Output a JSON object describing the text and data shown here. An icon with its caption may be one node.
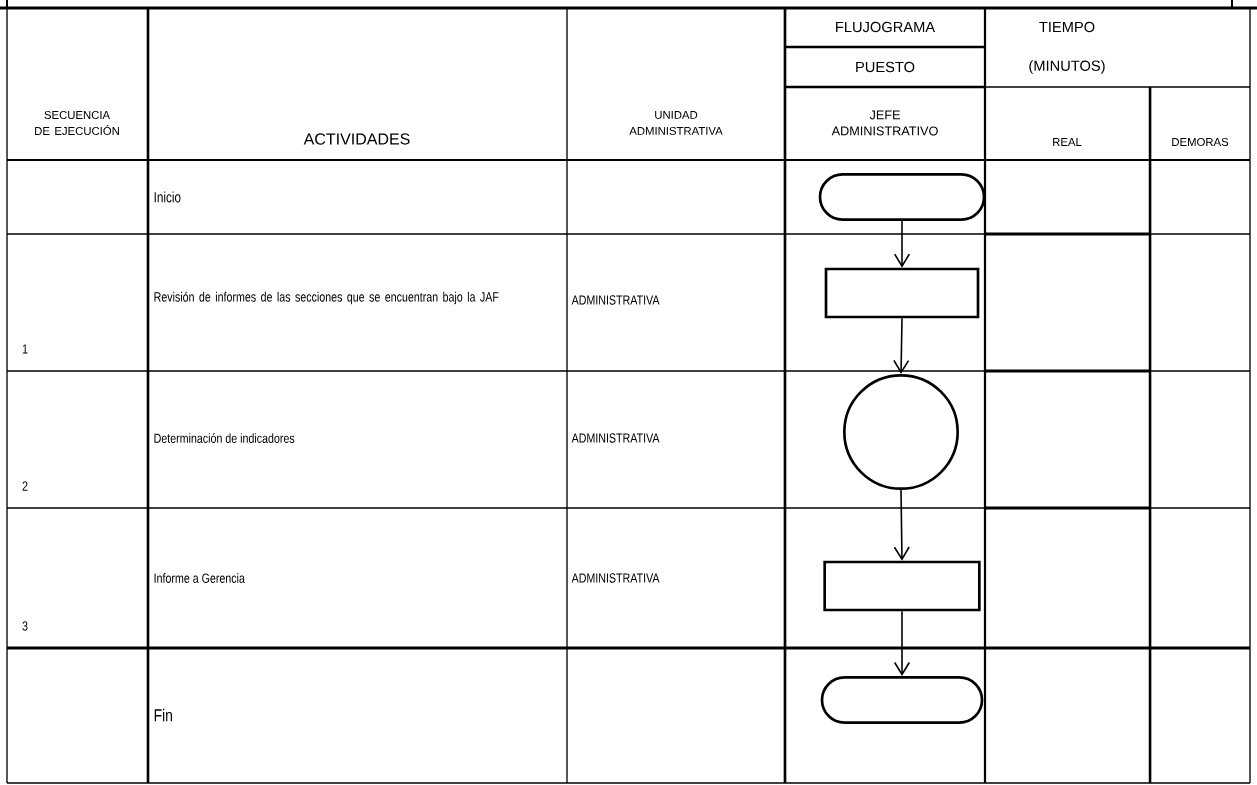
{
  "diagram": {
    "nodes": [
      {
        "text": [],
        "shape": "capsule"
      },
      {
        "text": [],
        "shape": "box"
      },
      {
        "text": [],
        "shape": "circle"
      },
      {
        "text": [],
        "shape": "box"
      },
      {
        "text": [],
        "shape": "capsule"
      }
    ],
    "edges": [
      {
        "from": 0,
        "to": 1,
        "arrow": "to"
      },
      {
        "from": 1,
        "to": 2,
        "arrow": "to"
      },
      {
        "from": 2,
        "to": 3,
        "arrow": "to"
      },
      {
        "from": 3,
        "to": 4,
        "arrow": "to"
      }
    ],
    "labels": [
      "FLUJOGRAMA",
      "TIEMPO",
      "PUESTO",
      "(MINUTOS)",
      "SECUENCIA DE EJECUCIÓN",
      "ACTIVIDADES",
      "UNIDAD ADMINISTRATIVA",
      "JEFE ADMINISTRATIVO",
      "REAL",
      "DEMORAS",
      "Inicio",
      "1",
      "Revisión de informes de las secciones que se encuentran bajo la JAF",
      "ADMINISTRATIVA",
      "2",
      "Determinación de indicadores",
      "ADMINISTRATIVA",
      "3",
      "Informe a Gerencia",
      "ADMINISTRATIVA",
      "Fin"
    ]
  }
}
